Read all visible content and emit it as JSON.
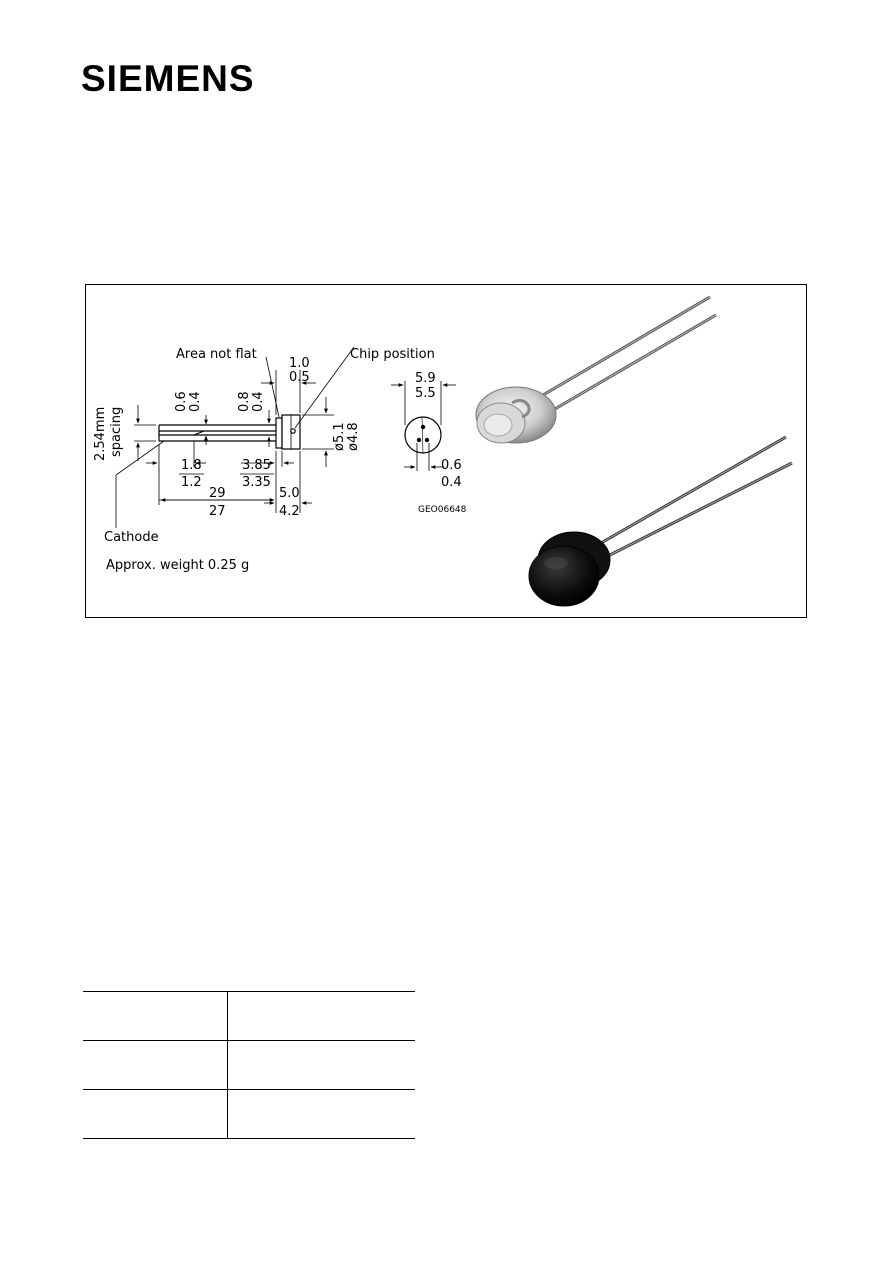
{
  "brand": {
    "logo_text": "SIEMENS"
  },
  "figure": {
    "labels": {
      "area_not_flat": "Area not flat",
      "chip_position": "Chip position",
      "cathode": "Cathode",
      "weight": "Approx. weight 0.25 g",
      "spacing_value": "2.54mm",
      "spacing_word": "spacing",
      "code": "GEO06648"
    },
    "dims": {
      "d_1_0": "1.0",
      "d_0_5a": "0.5",
      "d_0_6a": "0.6",
      "d_0_4a": "0.4",
      "d_0_8": "0.8",
      "d_0_4b": "0.4",
      "d_phi_5_1": "ø5.1",
      "d_phi_4_8": "ø4.8",
      "d_1_8": "1.8",
      "d_1_2": "1.2",
      "d_3_85": "3.85",
      "d_3_35": "3.35",
      "d_29": "29",
      "d_27": "27",
      "d_5_0": "5.0",
      "d_4_2": "4.2",
      "d_5_9": "5.9",
      "d_5_5": "5.5",
      "d_0_6b": "0.6",
      "d_0_4c": "0.4"
    }
  },
  "table": {
    "rows": [
      {
        "type": "",
        "ordering_code": ""
      },
      {
        "type": "",
        "ordering_code": ""
      },
      {
        "type": "",
        "ordering_code": ""
      }
    ]
  }
}
